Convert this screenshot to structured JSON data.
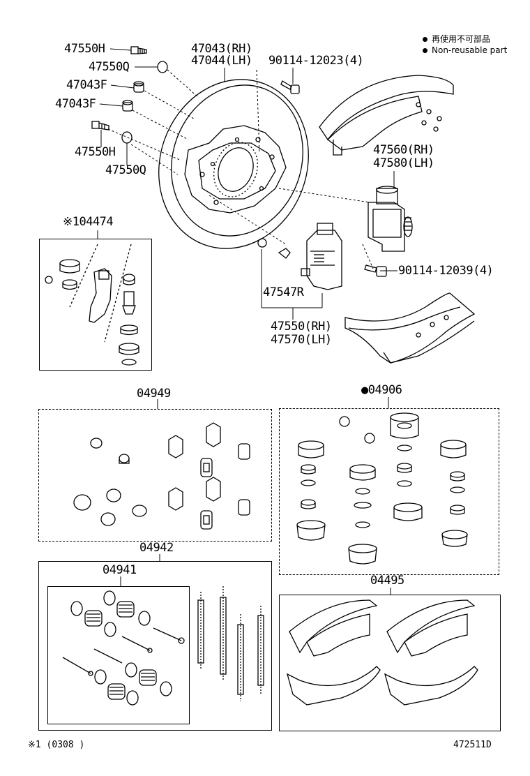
{
  "legend": {
    "jp": "再使用不可部品",
    "en": "Non-reusable part"
  },
  "labels": {
    "bolt_top": "47550H",
    "plug_top": "47550Q",
    "fitting_1": "47043F",
    "fitting_2": "47043F",
    "bolt_lower": "47550H",
    "plug_lower": "47550Q",
    "backing_rh": "47043(RH)",
    "backing_lh": "47044(LH)",
    "bolt_spec_1": "90114-12023(4)",
    "cylinder_rh": "47560(RH)",
    "cylinder_lh": "47580(LH)",
    "kit_04474": "※104474",
    "repair_kit": "47547R",
    "cyl2_rh": "47550(RH)",
    "cyl2_lh": "47570(LH)",
    "bolt_spec_2": "90114-12039(4)",
    "kit_04949": "04949",
    "kit_04906": "●04906",
    "kit_04942": "04942",
    "kit_04941": "04941",
    "kit_04495": "04495"
  },
  "footer": {
    "note": "※1 (0308 )",
    "code": "472511D"
  }
}
